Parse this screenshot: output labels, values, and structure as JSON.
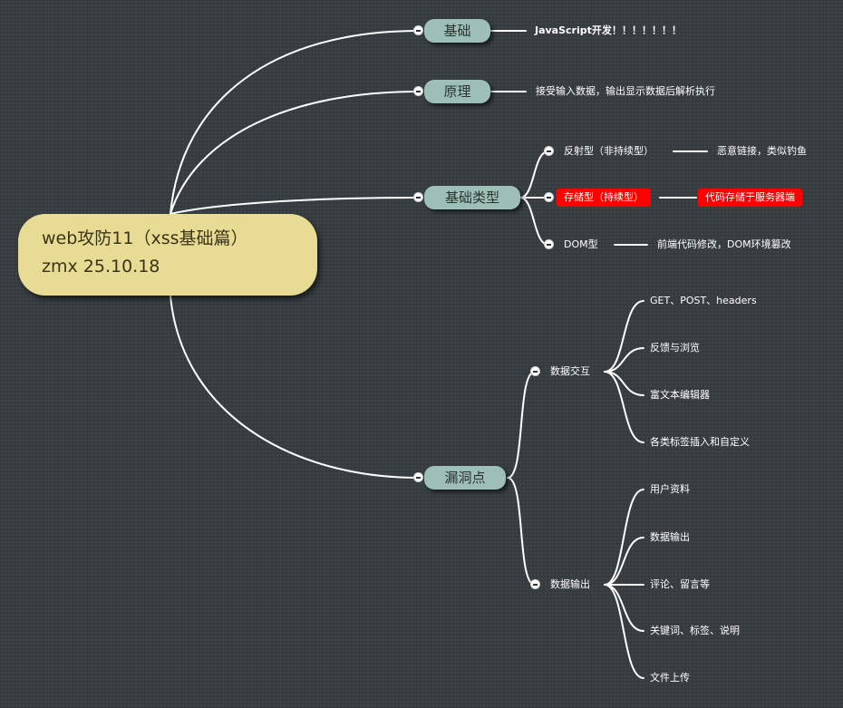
{
  "root": {
    "line1": "web攻防11（xss基础篇）",
    "line2": "zmx 25.10.18"
  },
  "branches": {
    "basics": {
      "label": "基础",
      "note": "JavaScript开发！！！！！！！"
    },
    "principle": {
      "label": "原理",
      "note": "接受输入数据，输出显示数据后解析执行"
    },
    "types": {
      "label": "基础类型",
      "reflected": {
        "label": "反射型（非持续型）",
        "note": "恶意链接，类似钓鱼"
      },
      "stored": {
        "label": "存储型（持续型）",
        "note": "代码存储于服务器端"
      },
      "dom": {
        "label": "DOM型",
        "note": "前端代码修改，DOM环境篡改"
      }
    },
    "vulns": {
      "label": "漏洞点",
      "interaction": {
        "label": "数据交互",
        "items": [
          "GET、POST、headers",
          "反馈与浏览",
          "富文本编辑器",
          "各类标签插入和自定义"
        ]
      },
      "output": {
        "label": "数据输出",
        "items": [
          "用户资料",
          "数据输出",
          "评论、留言等",
          "关键词、标签、说明",
          "文件上传"
        ]
      }
    }
  },
  "colors": {
    "background": "#353b3e",
    "root_fill": "#e8dc94",
    "branch_fill": "#9dbfb6",
    "highlight": "#ff0000",
    "line": "#ffffff"
  }
}
